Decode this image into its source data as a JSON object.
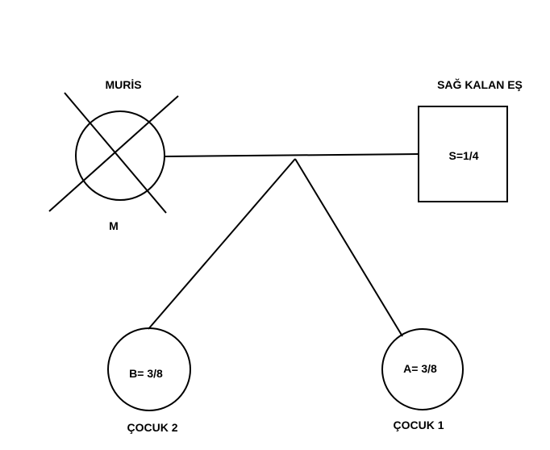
{
  "diagram": {
    "deceased": {
      "title": "MURİS",
      "symbol_label": "M"
    },
    "spouse": {
      "title": "SAĞ KALAN EŞ",
      "share": "S=1/4"
    },
    "child2": {
      "share": "B= 3/8",
      "title": "ÇOCUK 2"
    },
    "child1": {
      "share": "A= 3/8",
      "title": "ÇOCUK 1"
    }
  },
  "colors": {
    "line": "#000000",
    "background": "#ffffff"
  }
}
